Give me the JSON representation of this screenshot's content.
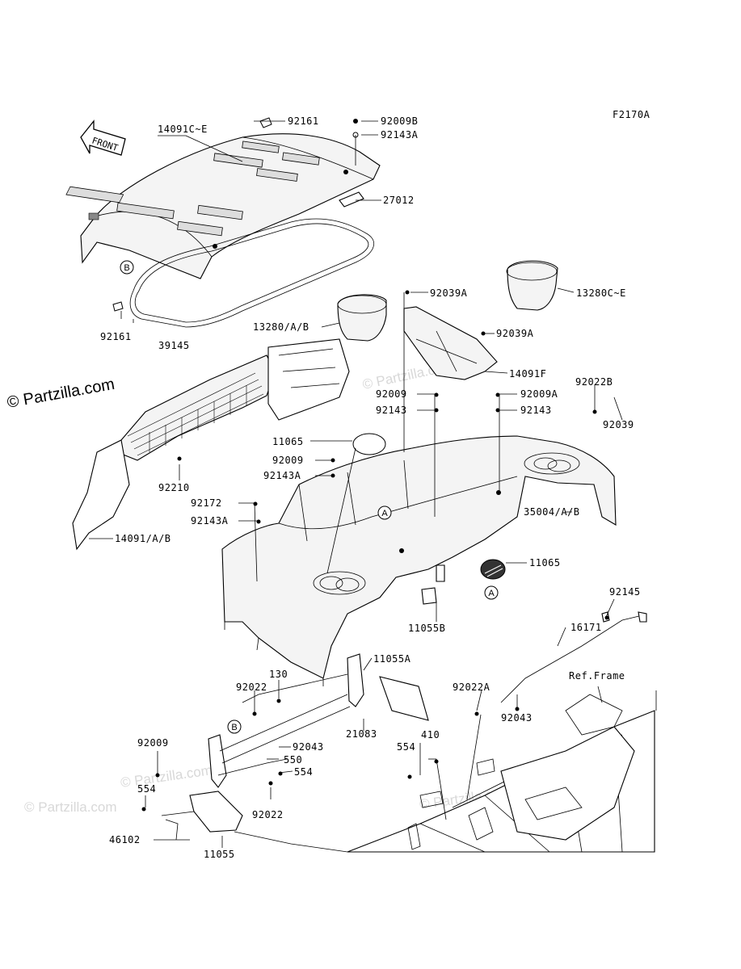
{
  "figure_code": "F2170A",
  "front_label": "FRONT",
  "watermarks": {
    "main": "© Partzilla.com",
    "faint": "© Partzilla.com"
  },
  "ref_frame": "Ref.Frame",
  "callouts": {
    "A": "A",
    "B": "B"
  },
  "parts": [
    "14091C~E",
    "92161",
    "92009B",
    "92143A",
    "27012",
    "39145",
    "13280C~E",
    "92039A",
    "13280/A/B",
    "92039A",
    "14091F",
    "92022B",
    "92039",
    "92009",
    "92143",
    "92009A",
    "92143",
    "11065",
    "92009",
    "92143A",
    "92210",
    "92172",
    "92143A",
    "14091/A/B",
    "35004/A/B",
    "11065",
    "11055B",
    "92145",
    "16171",
    "11055A",
    "130",
    "92022",
    "92022A",
    "21083",
    "92043",
    "92009",
    "92043",
    "550",
    "554",
    "410",
    "554",
    "554",
    "92022",
    "46102",
    "11055",
    "92161"
  ]
}
